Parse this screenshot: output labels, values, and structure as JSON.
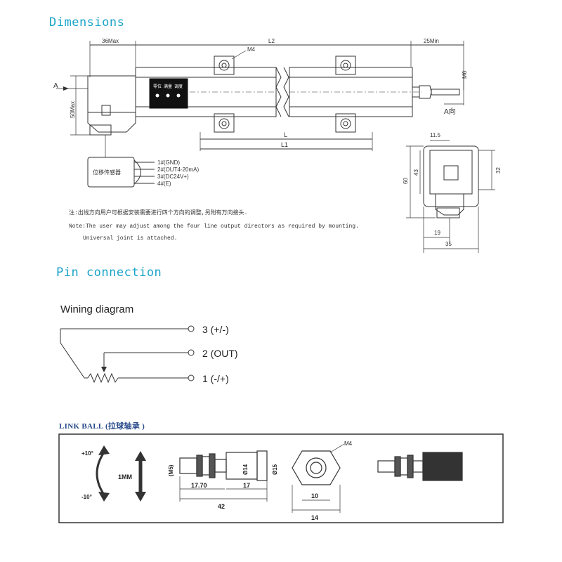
{
  "sections": {
    "dimensions": "Dimensions",
    "pin_connection": "Pin connection"
  },
  "dimensions_drawing": {
    "dim_36max": "36Max",
    "dim_l2": "L2",
    "dim_25min": "25Min",
    "label_m4": "M4",
    "label_m6": "M6",
    "label_a": "A",
    "label_a_view": "A向",
    "dim_50max": "50Max",
    "dim_l": "L",
    "dim_l1": "L1",
    "panel_labels": [
      "零位",
      "满量",
      "调度"
    ],
    "sensor_label": "位移传感器",
    "pins": [
      "1#(GND)",
      "2#(OUT4-20mA)",
      "3#(DC24V+)",
      "4#(E)"
    ],
    "side_dims": {
      "d11_5": "11.5",
      "d60": "60",
      "d43": "43",
      "d32": "32",
      "d19": "19",
      "d35": "35"
    }
  },
  "notes": {
    "cn": "注:出线方向用户可根据安装需要进行四个方向的调整,另附有万向接头.",
    "en1": "Note:The user may adjust among the four line output directors as required by mounting.",
    "en2": "Universal joint is attached."
  },
  "wiring": {
    "title": "Wining diagram",
    "terminals": [
      "3 (+/-)",
      "2 (OUT)",
      "1 (-/+)"
    ]
  },
  "link_ball": {
    "title": "LINK BALL (拉球轴承 )",
    "plus10": "+10°",
    "minus10": "-10°",
    "mm": "1MM",
    "m5": "(M5)",
    "d14": "Ø14",
    "d15": "Ø15",
    "d17_70": "17.70",
    "d17": "17",
    "d42": "42",
    "m4": "M4",
    "d10": "10",
    "d14b": "14"
  }
}
